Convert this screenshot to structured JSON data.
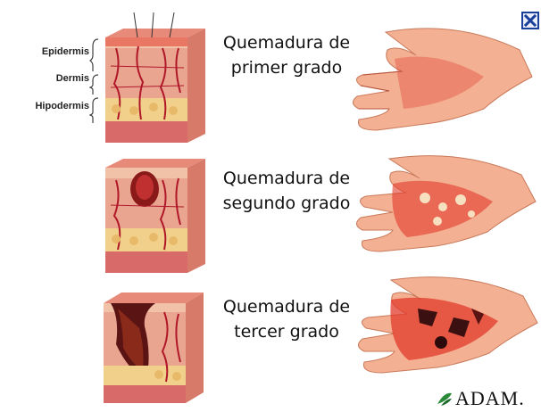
{
  "window": {
    "close_icon": "close-icon"
  },
  "layers": {
    "epidermis": "Epidermis",
    "dermis": "Dermis",
    "hypodermis": "Hipodermis"
  },
  "burns": [
    {
      "line1": "Quemadura de",
      "line2": "primer grado"
    },
    {
      "line1": "Quemadura de",
      "line2": "segundo grado"
    },
    {
      "line1": "Quemadura de",
      "line2": "tercer grado"
    }
  ],
  "brand": {
    "logo_text": "ADAM."
  },
  "colors": {
    "skin_top": "#f2c2a8",
    "dermis": "#e9a58f",
    "fat": "#f0d08a",
    "base": "#d96a6a",
    "vessel": "#b0182a",
    "hand": "#f3b093",
    "burn": "#e23a2a",
    "close_border": "#1a3f9a"
  }
}
